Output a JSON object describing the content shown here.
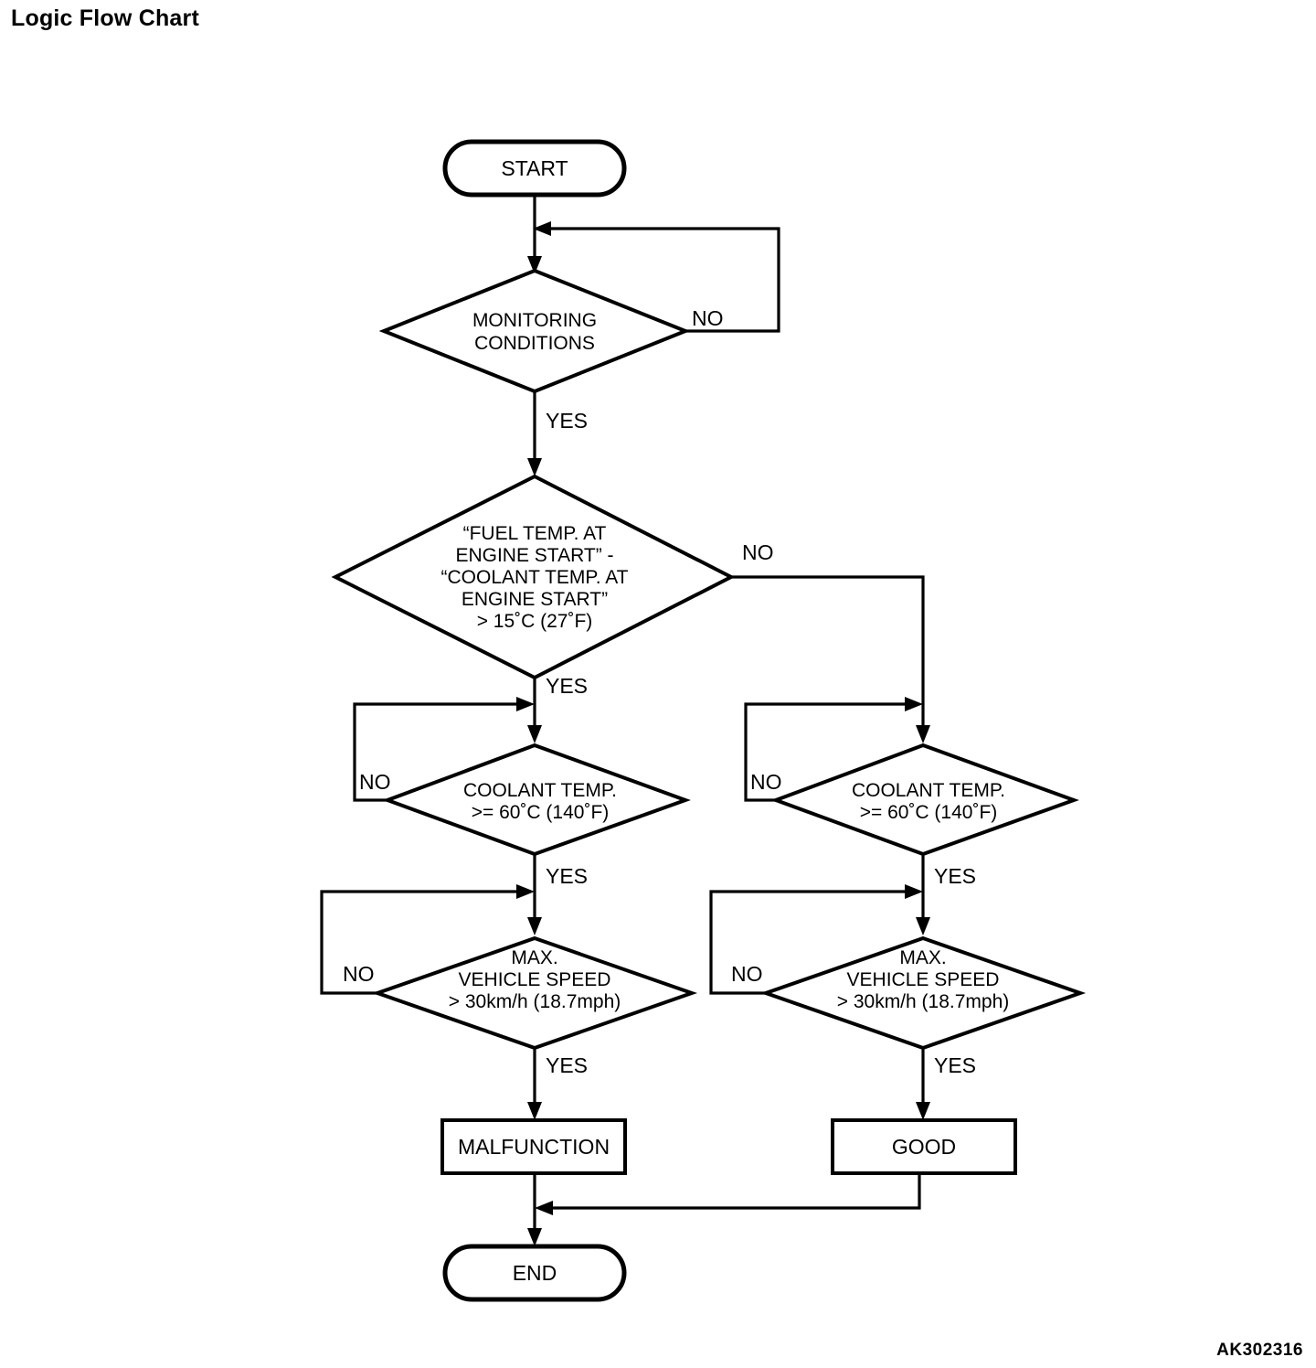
{
  "page": {
    "title": "Logic Flow Chart",
    "corner_code": "AK302316"
  },
  "chart_data": {
    "type": "flowchart",
    "title": "Logic Flow Chart",
    "orientation": "top-to-bottom",
    "nodes": [
      {
        "id": "start",
        "shape": "terminator",
        "label": "START"
      },
      {
        "id": "monitoring",
        "shape": "decision",
        "label": "MONITORING CONDITIONS",
        "line1": "MONITORING",
        "line2": "CONDITIONS"
      },
      {
        "id": "fuel_temp",
        "shape": "decision",
        "label": "“FUEL TEMP. AT ENGINE START” - “COOLANT TEMP. AT ENGINE START” > 15˚C (27˚F)",
        "line1": "“FUEL TEMP. AT",
        "line2": "ENGINE START” -",
        "line3": "“COOLANT TEMP. AT",
        "line4": "ENGINE START”",
        "line5": "> 15˚C (27˚F)"
      },
      {
        "id": "coolant_left",
        "shape": "decision",
        "label": "COOLANT TEMP. >= 60˚C (140˚F)",
        "line1": "COOLANT TEMP.",
        "line2": ">= 60˚C (140˚F)"
      },
      {
        "id": "coolant_right",
        "shape": "decision",
        "label": "COOLANT TEMP. >= 60˚C (140˚F)",
        "line1": "COOLANT TEMP.",
        "line2": ">= 60˚C (140˚F)"
      },
      {
        "id": "speed_left",
        "shape": "decision",
        "label": "MAX. VEHICLE SPEED > 30km/h (18.7mph)",
        "line1": "MAX.",
        "line2": "VEHICLE SPEED",
        "line3": "> 30km/h (18.7mph)"
      },
      {
        "id": "speed_right",
        "shape": "decision",
        "label": "MAX. VEHICLE SPEED > 30km/h (18.7mph)",
        "line1": "MAX.",
        "line2": "VEHICLE SPEED",
        "line3": "> 30km/h (18.7mph)"
      },
      {
        "id": "malfunction",
        "shape": "process",
        "label": "MALFUNCTION"
      },
      {
        "id": "good",
        "shape": "process",
        "label": "GOOD"
      },
      {
        "id": "end",
        "shape": "terminator",
        "label": "END"
      }
    ],
    "edges": [
      {
        "from": "start",
        "to": "monitoring",
        "label": ""
      },
      {
        "from": "monitoring",
        "to": "monitoring",
        "label": "NO",
        "kind": "loop-right"
      },
      {
        "from": "monitoring",
        "to": "fuel_temp",
        "label": "YES"
      },
      {
        "from": "fuel_temp",
        "to": "coolant_left",
        "label": "YES"
      },
      {
        "from": "fuel_temp",
        "to": "coolant_right",
        "label": "NO"
      },
      {
        "from": "coolant_left",
        "to": "coolant_left",
        "label": "NO",
        "kind": "loop-left"
      },
      {
        "from": "coolant_left",
        "to": "speed_left",
        "label": "YES"
      },
      {
        "from": "speed_left",
        "to": "speed_left",
        "label": "NO",
        "kind": "loop-left"
      },
      {
        "from": "speed_left",
        "to": "malfunction",
        "label": "YES"
      },
      {
        "from": "coolant_right",
        "to": "coolant_right",
        "label": "NO",
        "kind": "loop-left"
      },
      {
        "from": "coolant_right",
        "to": "speed_right",
        "label": "YES"
      },
      {
        "from": "speed_right",
        "to": "speed_right",
        "label": "NO",
        "kind": "loop-left"
      },
      {
        "from": "speed_right",
        "to": "good",
        "label": "YES"
      },
      {
        "from": "malfunction",
        "to": "end",
        "label": ""
      },
      {
        "from": "good",
        "to": "end",
        "label": ""
      }
    ],
    "edge_labels": {
      "monitoring_no": "NO",
      "monitoring_yes": "YES",
      "fuel_no": "NO",
      "fuel_yes": "YES",
      "coolant_left_no": "NO",
      "coolant_left_yes": "YES",
      "coolant_right_no": "NO",
      "coolant_right_yes": "YES",
      "speed_left_no": "NO",
      "speed_left_yes": "YES",
      "speed_right_no": "NO",
      "speed_right_yes": "YES"
    }
  }
}
